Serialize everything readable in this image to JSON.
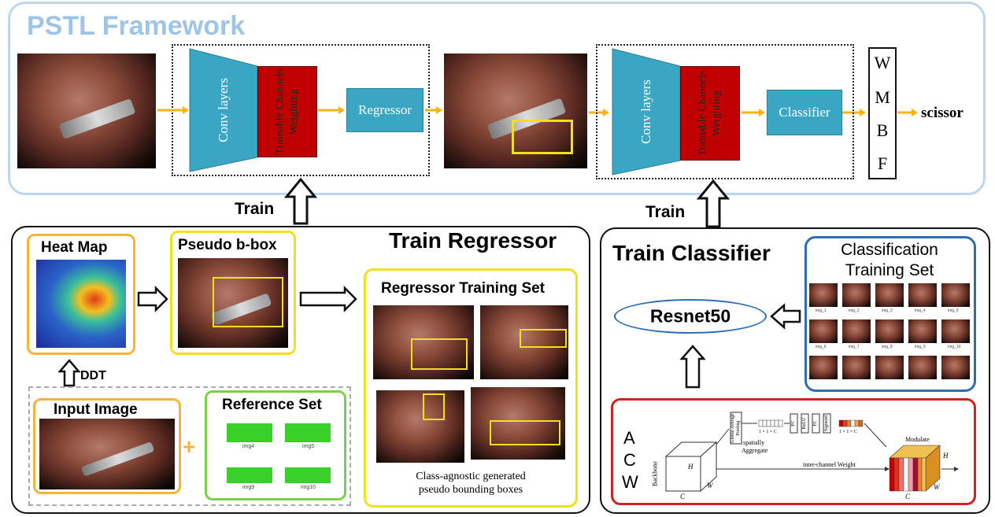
{
  "framework": {
    "title": "PSTL Framework",
    "conv1": "Conv layers",
    "weight1": "Trainable Channels Weighting",
    "regressor": "Regressor",
    "conv2": "Conv layers",
    "weight2": "Trainable Channels Weighting",
    "classifier": "Classifier",
    "wmbf": [
      "W",
      "M",
      "B",
      "F"
    ],
    "output": "scissor"
  },
  "train_left": "Train",
  "train_right": "Train",
  "regressor_panel": {
    "title": "Train Regressor",
    "heat_map": "Heat Map",
    "pseudo_bbox": "Pseudo b-box",
    "ddt": "DDT",
    "input_image": "Input Image",
    "plus": "+",
    "reference_set": "Reference Set",
    "ref_labels": [
      "img4",
      "img5",
      "img9",
      "img10"
    ],
    "training_set_title": "Regressor Training Set",
    "training_caption_1": "Class-agnostic generated",
    "training_caption_2": "pseudo bounding boxes"
  },
  "classifier_panel": {
    "title": "Train Classifier",
    "cls_set_title_1": "Classification",
    "cls_set_title_2": "Training Set",
    "cls_labels": [
      "img_1",
      "img_2",
      "img_3",
      "img_4",
      "img_5",
      "img_6",
      "img_7",
      "img_8",
      "img_9",
      "img_10"
    ],
    "resnet": "Resnet50",
    "acw": [
      "A",
      "C",
      "W"
    ],
    "backbone": "Backbone",
    "global_pool": "Global Average Pooling",
    "spatially": "spatially",
    "aggregate": "Aggregate",
    "dim1": "1 × 1 × C",
    "dim2": "1 × 1 × C",
    "fc": "FC",
    "relu": "ReLU",
    "sigmoid": "Sigmoid",
    "inter_channel": "inter-channel Weight",
    "modulate": "Modulate",
    "h": "H",
    "w": "W",
    "c": "C"
  },
  "colors": {
    "teal": "#3aa6c4",
    "red": "#c00000",
    "orange_arrow": "#f5b21b",
    "yellow_box": "#f0e020",
    "orange_border": "#f2b53a",
    "green_border": "#7ccf4a",
    "blue_border": "#2e6db4",
    "light_blue_title": "#9ec4e6"
  }
}
